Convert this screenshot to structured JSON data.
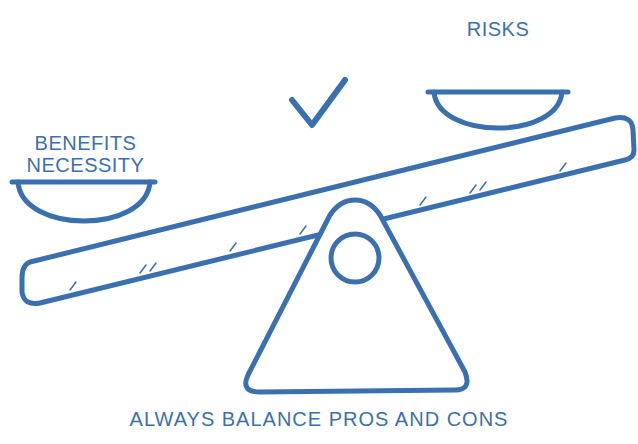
{
  "diagram": {
    "caption": "ALWAYS BALANCE PROS AND CONS",
    "nodes": [
      {
        "text": [
          "BENEFITS NECESSITY"
        ]
      },
      {
        "text": [
          "RISKS"
        ]
      }
    ]
  }
}
